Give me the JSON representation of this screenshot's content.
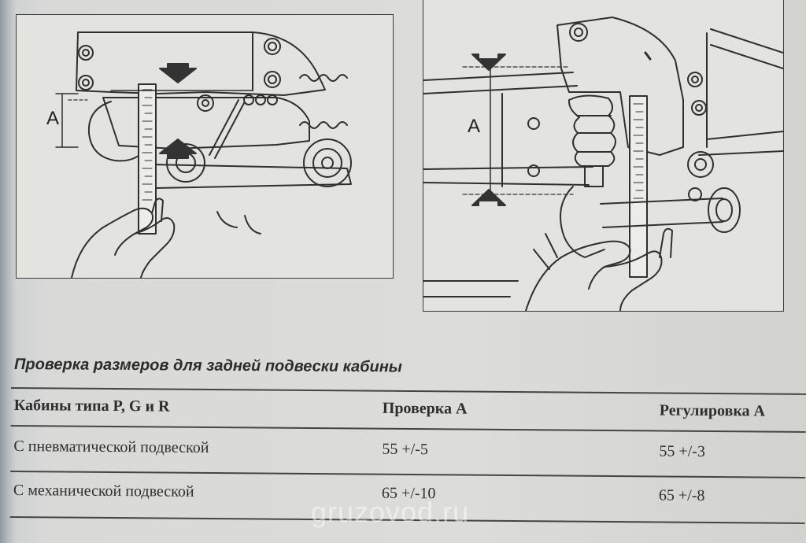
{
  "figures": {
    "left": {
      "dimension_label": "A"
    },
    "right": {
      "dimension_label": "A"
    }
  },
  "caption": "Проверка размеров для задней подвески кабины",
  "table": {
    "headers": [
      "Кабины типа P, G и R",
      "Проверка A",
      "Регулировка A"
    ],
    "rows": [
      {
        "type": "С пневматической подвеской",
        "check": "55 +/-5",
        "adjust": "55 +/-3"
      },
      {
        "type": "С механической подвеской",
        "check": "65 +/-10",
        "adjust": "65 +/-8"
      }
    ]
  },
  "watermark": "gruzovod.ru"
}
